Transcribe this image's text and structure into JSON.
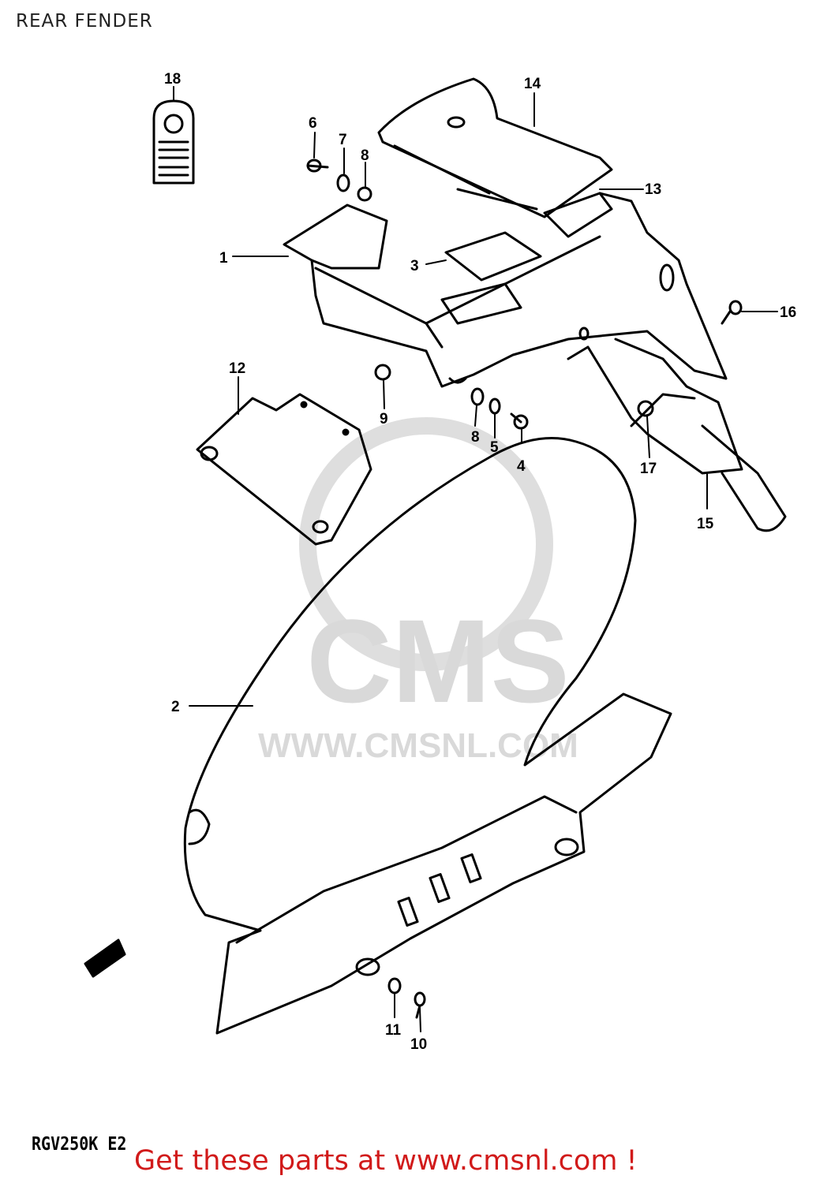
{
  "title": "REAR FENDER",
  "model_code": "RGV250K E2",
  "footer_text": "Get these parts at www.cmsnl.com !",
  "watermark": {
    "brand": "CMS",
    "url": "WWW.CMSNL.COM"
  },
  "colors": {
    "line": "#000000",
    "footer": "#d11a1a",
    "watermark": "#d9d9d9"
  },
  "callouts": {
    "c1": "1",
    "c2": "2",
    "c3": "3",
    "c4": "4",
    "c5": "5",
    "c6": "6",
    "c7": "7",
    "c8a": "8",
    "c8b": "8",
    "c9": "9",
    "c10": "10",
    "c11": "11",
    "c12": "12",
    "c13": "13",
    "c14": "14",
    "c15": "15",
    "c16": "16",
    "c17": "17",
    "c18": "18"
  }
}
